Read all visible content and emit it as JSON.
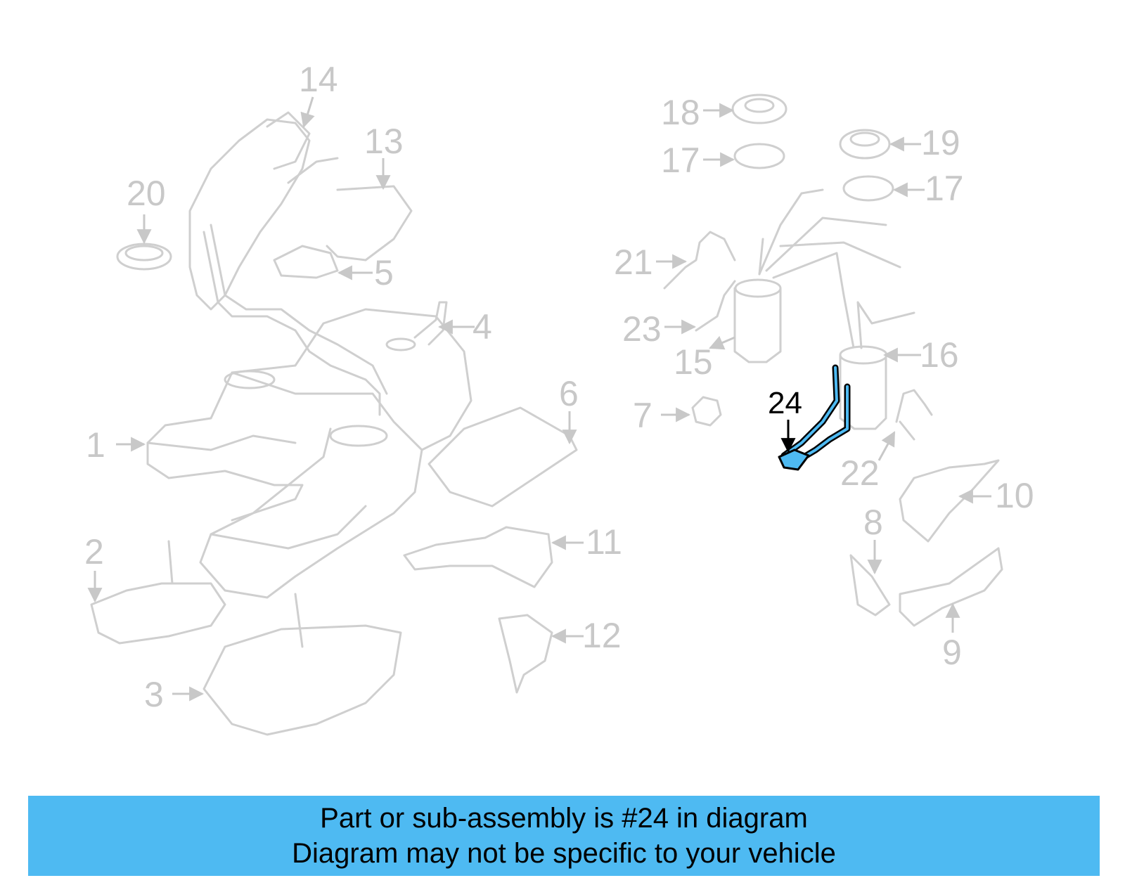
{
  "diagram": {
    "highlight_color": "#4ebaf2",
    "part_color": "#cfcfcf",
    "highlighted_part": "24",
    "callouts": [
      {
        "id": "c1",
        "label": "1"
      },
      {
        "id": "c2",
        "label": "2"
      },
      {
        "id": "c3",
        "label": "3"
      },
      {
        "id": "c4",
        "label": "4"
      },
      {
        "id": "c5",
        "label": "5"
      },
      {
        "id": "c6",
        "label": "6"
      },
      {
        "id": "c7",
        "label": "7"
      },
      {
        "id": "c8",
        "label": "8"
      },
      {
        "id": "c9",
        "label": "9"
      },
      {
        "id": "c10",
        "label": "10"
      },
      {
        "id": "c11",
        "label": "11"
      },
      {
        "id": "c12",
        "label": "12"
      },
      {
        "id": "c13",
        "label": "13"
      },
      {
        "id": "c14",
        "label": "14"
      },
      {
        "id": "c15",
        "label": "15"
      },
      {
        "id": "c16",
        "label": "16"
      },
      {
        "id": "c17a",
        "label": "17"
      },
      {
        "id": "c17b",
        "label": "17"
      },
      {
        "id": "c18",
        "label": "18"
      },
      {
        "id": "c19",
        "label": "19"
      },
      {
        "id": "c20",
        "label": "20"
      },
      {
        "id": "c21",
        "label": "21"
      },
      {
        "id": "c22",
        "label": "22"
      },
      {
        "id": "c23",
        "label": "23"
      },
      {
        "id": "c24",
        "label": "24"
      }
    ]
  },
  "banner": {
    "line1": "Part or sub-assembly is #24 in diagram",
    "line2": "Diagram may not be specific to your vehicle",
    "background": "#4ebaf2"
  }
}
